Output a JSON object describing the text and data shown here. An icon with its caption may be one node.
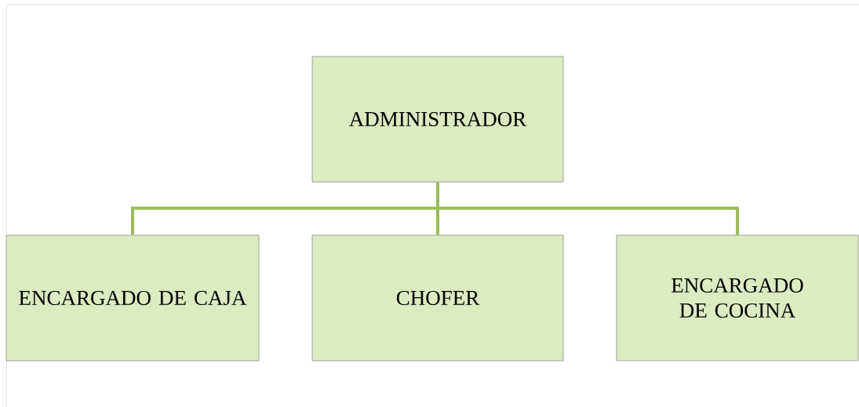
{
  "diagram": {
    "nodes": [
      {
        "text": [
          "ADMINISTRADOR"
        ]
      },
      {
        "text": [
          "ENCARGADO DE CAJA"
        ]
      },
      {
        "text": [
          "CHOFER"
        ]
      },
      {
        "text": [
          "ENCARGADO DE COCINA"
        ]
      }
    ],
    "edges": [
      {
        "from": 0,
        "to": 1,
        "arrow": "none"
      },
      {
        "from": 0,
        "to": 2,
        "arrow": "none"
      },
      {
        "from": 0,
        "to": 3,
        "arrow": "none"
      }
    ]
  }
}
